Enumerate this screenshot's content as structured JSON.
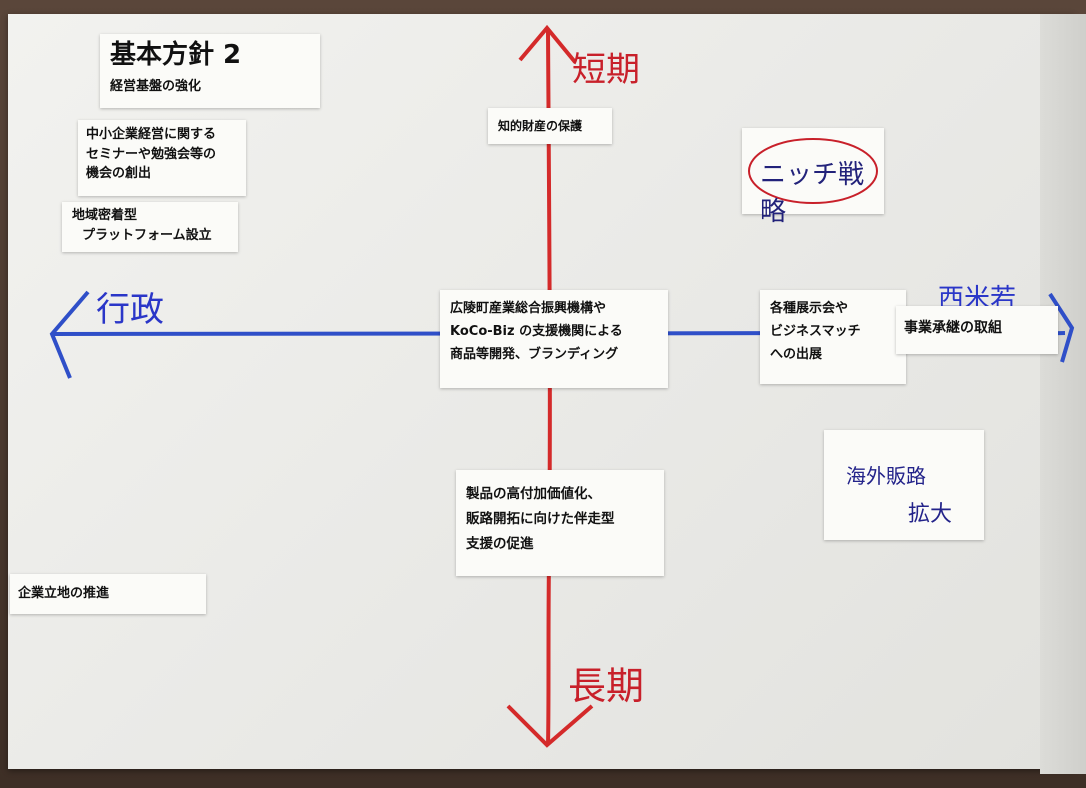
{
  "axes": {
    "top_label": "短期",
    "bottom_label": "長期",
    "left_label": "行政",
    "right_label": "西米若",
    "vertical_color": "#d42a2a",
    "horizontal_color": "#2f4fc8"
  },
  "title_card": {
    "title": "基本方針 2",
    "subtitle": "経営基盤の強化"
  },
  "cards": {
    "seminar": [
      "中小企業経営に関する",
      "セミナーや勉強会等の",
      "機会の創出"
    ],
    "platform": [
      "地域密着型",
      "プラットフォーム設立"
    ],
    "ip": [
      "知的財産の保護"
    ],
    "center": [
      "広陵町産業総合振興機構や",
      "KoCo-Biz の支援機関による",
      "商品等開発、ブランディング"
    ],
    "expo": [
      "各種展示会や",
      "ビジネスマッチ",
      "への出展"
    ],
    "succession": [
      "事業承継の取組"
    ],
    "value_added": [
      "製品の高付加価値化、",
      "販路開拓に向けた伴走型",
      "支援の促進"
    ],
    "location": [
      "企業立地の推進"
    ]
  },
  "handwritten": {
    "niche": "ニッチ戦略",
    "overseas_line1": "海外販路",
    "overseas_line2": "拡大"
  }
}
